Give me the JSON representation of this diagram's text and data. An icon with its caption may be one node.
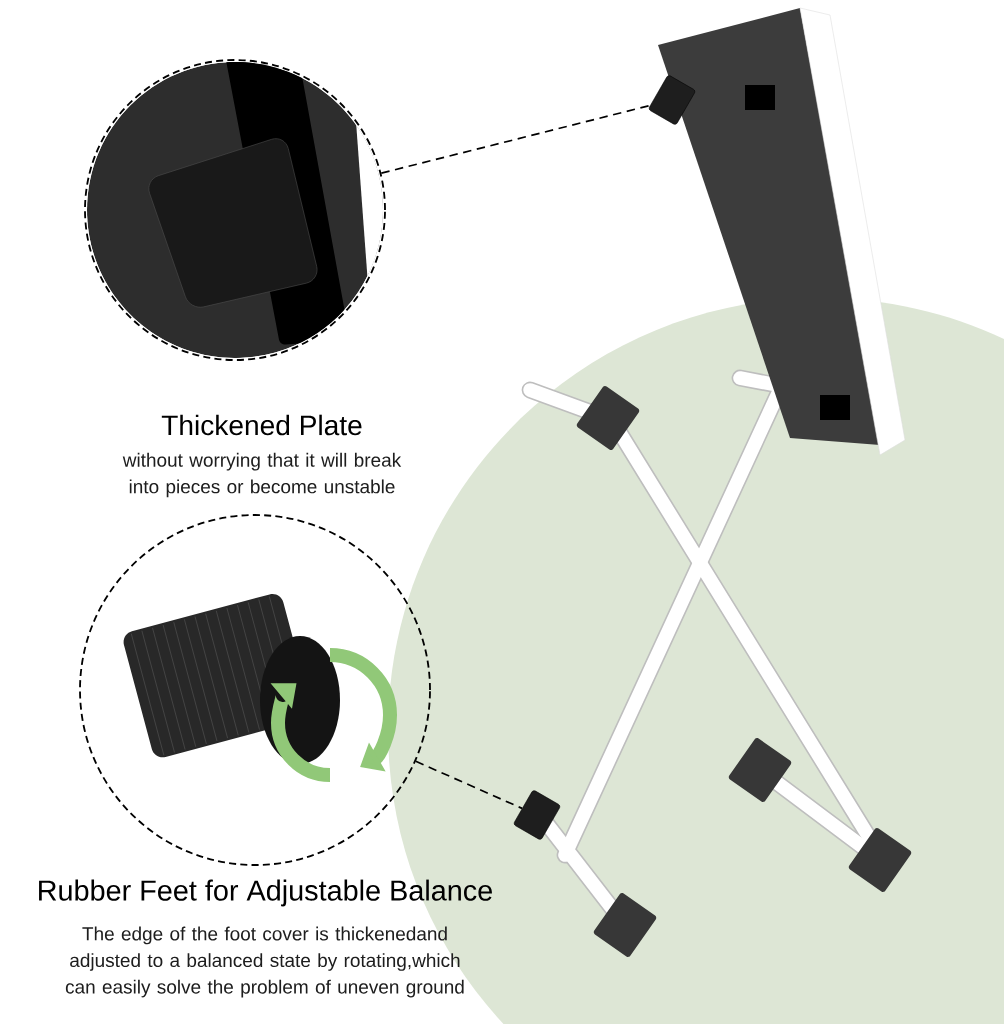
{
  "diagram": {
    "nodes": [
      {
        "text": [],
        "shape": "picture",
        "beside": [
          "Thickened Plate",
          "without worrying that it will break into pieces or become unstable"
        ]
      },
      {
        "text": [],
        "shape": "picture"
      },
      {
        "text": [],
        "shape": "picture",
        "beside": [
          "Rubber Feet for Adjustable Balance",
          "The edge of the foot cover is thickenedand adjusted to a balanced state by rotating,which can easily solve the problem of uneven ground"
        ]
      },
      {
        "text": [],
        "shape": "picture"
      }
    ],
    "edges": [
      {
        "from": 0,
        "to": 1,
        "arrow": "none",
        "style": "dashed"
      },
      {
        "from": 2,
        "to": 3,
        "arrow": "none",
        "style": "dashed"
      }
    ]
  }
}
